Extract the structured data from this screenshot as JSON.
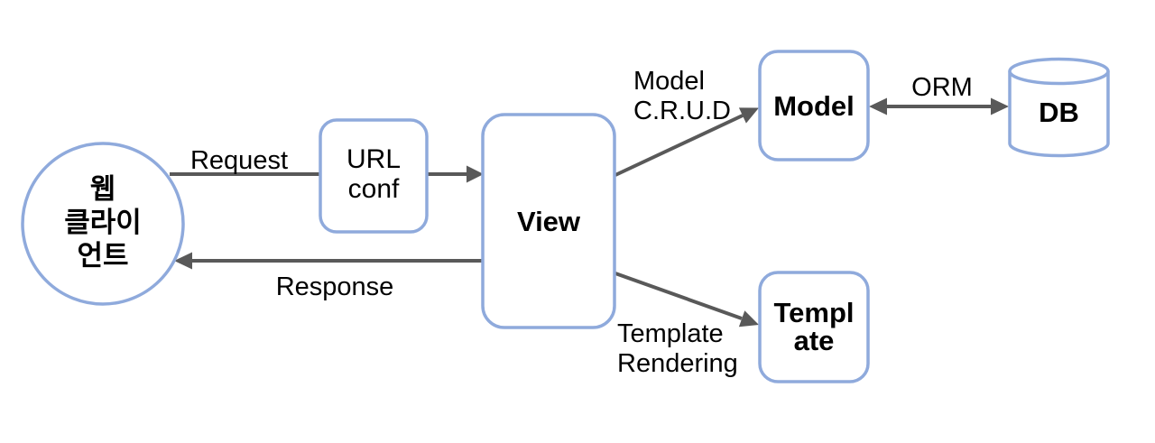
{
  "diagram": {
    "description": "Django MTV request flow diagram",
    "colors": {
      "shape_border": "#8FAADC",
      "shape_fill": "#FFFFFF",
      "arrow": "#595959",
      "text": "#000000",
      "background": "#FFFFFF"
    },
    "nodes": {
      "web_client": {
        "line1": "웹",
        "line2": "클라이",
        "line3": "언트"
      },
      "url_conf": {
        "line1": "URL",
        "line2": "conf"
      },
      "view": {
        "label": "View"
      },
      "model": {
        "label": "Model"
      },
      "db": {
        "label": "DB"
      },
      "template": {
        "line1": "Templ",
        "line2": "ate"
      }
    },
    "edges": {
      "request": {
        "label": "Request"
      },
      "response": {
        "label": "Response"
      },
      "model_crud": {
        "line1": "Model",
        "line2": "C.R.U.D"
      },
      "orm": {
        "label": "ORM"
      },
      "template_rendering": {
        "line1": "Template",
        "line2": "Rendering"
      }
    }
  }
}
